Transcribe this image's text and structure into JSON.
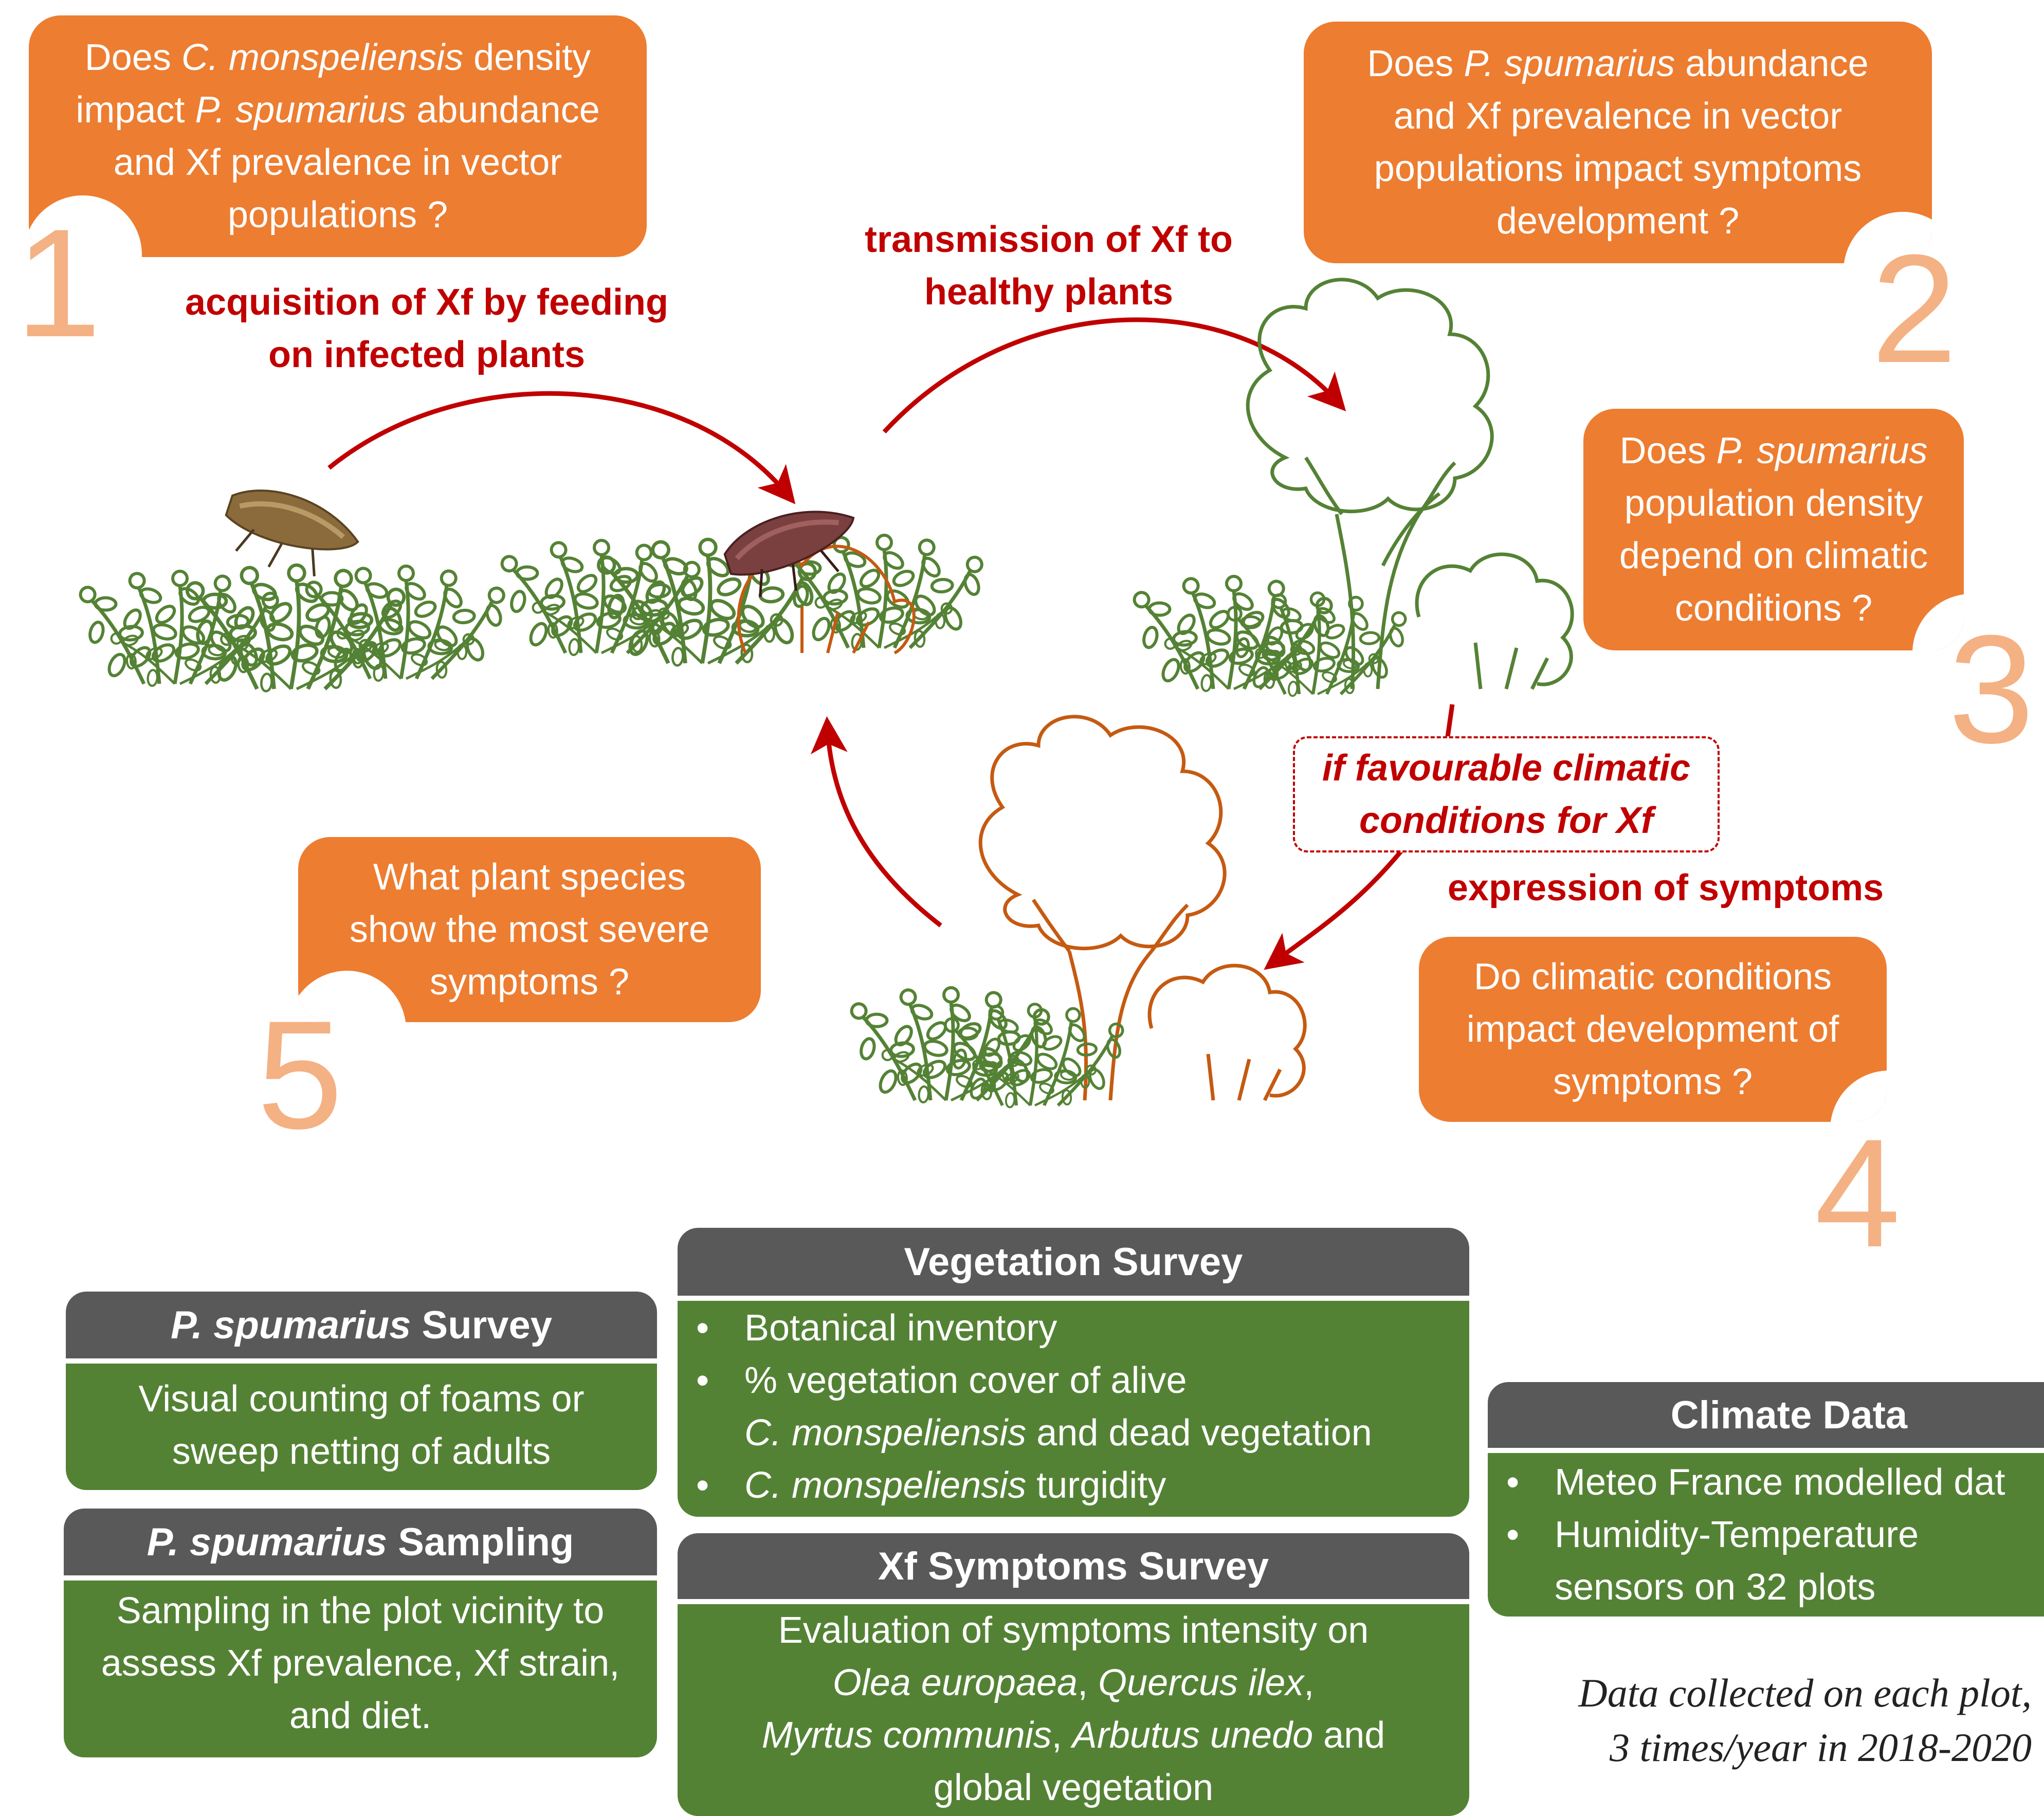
{
  "questions": {
    "q1": [
      "Does C. monspeliensis density",
      "impact P. spumarius abundance",
      "and Xf prevalence in vector",
      "populations ?"
    ],
    "q2": [
      "Does P. spumarius abundance",
      "and Xf prevalence in vector",
      "populations impact symptoms",
      "development ?"
    ],
    "q3": [
      "Does P. spumarius",
      "population density",
      "depend on climatic",
      "conditions ?"
    ],
    "q4": [
      "Do climatic conditions",
      "impact  development of",
      "symptoms ?"
    ],
    "q5": [
      "What plant species",
      "show the most severe",
      "symptoms ?"
    ]
  },
  "numbers": {
    "n1": "1",
    "n2": "2",
    "n3": "3",
    "n4": "4",
    "n5": "5"
  },
  "arrows": {
    "acquisition": [
      "acquisition of Xf by feeding",
      "on infected plants"
    ],
    "transmission": [
      "transmission of Xf to",
      "healthy plants"
    ],
    "condition": [
      "if favourable climatic",
      "conditions for Xf"
    ],
    "expression": "expression of symptoms"
  },
  "cards": {
    "ps_survey": {
      "title_species": "P. spumarius",
      "title_rest": " Survey",
      "body": [
        "Visual counting of foams or",
        "sweep netting of adults"
      ]
    },
    "ps_sampling": {
      "title_species": "P. spumarius",
      "title_rest": " Sampling",
      "body": [
        "Sampling in the plot vicinity to",
        "assess Xf prevalence, Xf strain,",
        "and diet."
      ]
    },
    "vegetation": {
      "title": "Vegetation Survey",
      "b1": "Botanical inventory",
      "b2_l1": "% vegetation cover of alive",
      "b2_l2_species": "C. monspeliensis",
      "b2_l2_rest": " and dead vegetation",
      "b3_species": "C. monspeliensis",
      "b3_rest": " turgidity"
    },
    "symptoms": {
      "title": "Xf Symptoms Survey",
      "l1": "Evaluation of symptoms intensity on",
      "l2_a": "Olea europaea",
      "l2_b": ", ",
      "l2_c": "Quercus ilex",
      "l2_d": ",",
      "l3_a": "Myrtus communis",
      "l3_b": ", ",
      "l3_c": "Arbutus unedo",
      "l3_d": " and",
      "l4": "global vegetation"
    },
    "climate": {
      "title": "Climate Data",
      "b1": "Meteo France modelled dat",
      "b2_l1": "Humidity-Temperature",
      "b2_l2": "sensors on 32 plots"
    }
  },
  "bullet_char": "•",
  "note": [
    "Data collected on each plot,",
    "3 times/year in 2018-2020"
  ],
  "colors": {
    "question_box": "#ED7D31",
    "big_number": "#F4B183",
    "arrow_red": "#C00000",
    "card_header": "#595959",
    "card_body": "#548235",
    "healthy_plant": "#548235",
    "infected_plant": "#C55A11"
  }
}
